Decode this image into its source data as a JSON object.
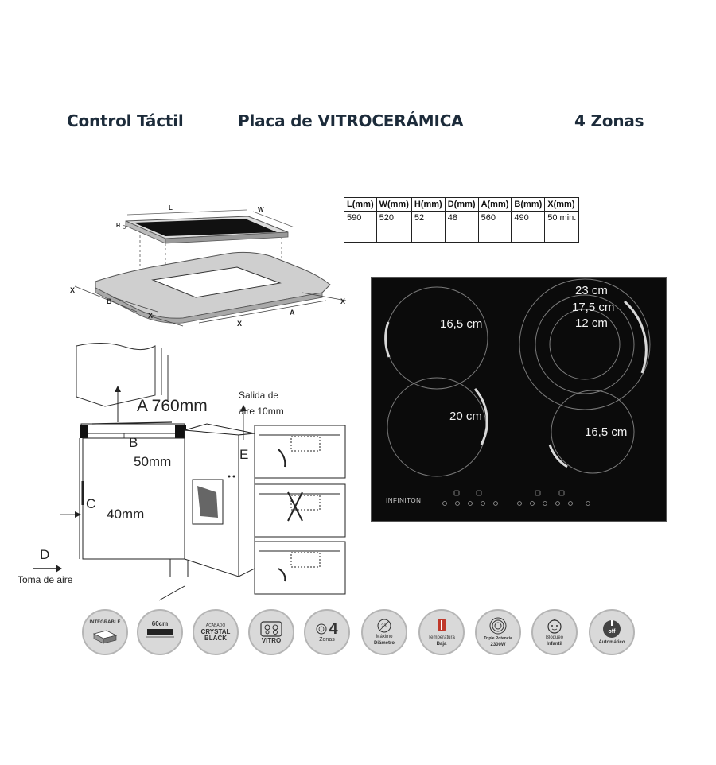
{
  "header": {
    "left": "Control Táctil",
    "center": "Placa de VITROCERÁMICA",
    "right": "4 Zonas"
  },
  "specs": {
    "headers": [
      "L(mm)",
      "W(mm)",
      "H(mm)",
      "D(mm)",
      "A(mm)",
      "B(mm)",
      "X(mm)"
    ],
    "values": [
      "590",
      "520",
      "52",
      "48",
      "560",
      "490",
      "50 min."
    ]
  },
  "install_diagram": {
    "dim_L": "L",
    "dim_W": "W",
    "dim_H": "H",
    "dim_D": "D",
    "dim_X": "X",
    "dim_B": "B",
    "dim_A": "A"
  },
  "cabinet": {
    "a_label": "A 760mm",
    "b_letter": "B",
    "b_value": "50mm",
    "c_label": "C",
    "c_value": "40mm",
    "d_letter": "D",
    "intake": "Toma de aire",
    "outlet_line1": "Salida de",
    "outlet_line2": "aire 10mm",
    "e_letter": "E"
  },
  "hob": {
    "zone_top_left": "16,5 cm",
    "zone_top_right_1": "23 cm",
    "zone_top_right_2": "17,5 cm",
    "zone_top_right_3": "12 cm",
    "zone_bottom_left": "20 cm",
    "zone_bottom_right": "16,5 cm",
    "brand": "INFINITON"
  },
  "features": {
    "integrable": "INTEGRABLE",
    "width": "60cm",
    "finish_top": "ACABADO",
    "finish_line1": "CRYSTAL",
    "finish_line2": "BLACK",
    "vitro": "VITRO",
    "zones_num": "4",
    "zones_label": "Zonas",
    "diam_num": "23",
    "diam_label1": "Máximo",
    "diam_label2": "Diámetro",
    "temp_label1": "Temperatura",
    "temp_label2": "Baja",
    "power_label1": "Triple Potencia",
    "power_label2": "2300W",
    "lock_label1": "Bloqueo",
    "lock_label2": "Infantil",
    "off_word": "off",
    "off_label": "Automático"
  },
  "colors": {
    "header_text": "#1c2b3a",
    "hob_glass": "#0b0b0b",
    "badge_bg": "#d9d9d9",
    "temp_red": "#c0392b"
  }
}
